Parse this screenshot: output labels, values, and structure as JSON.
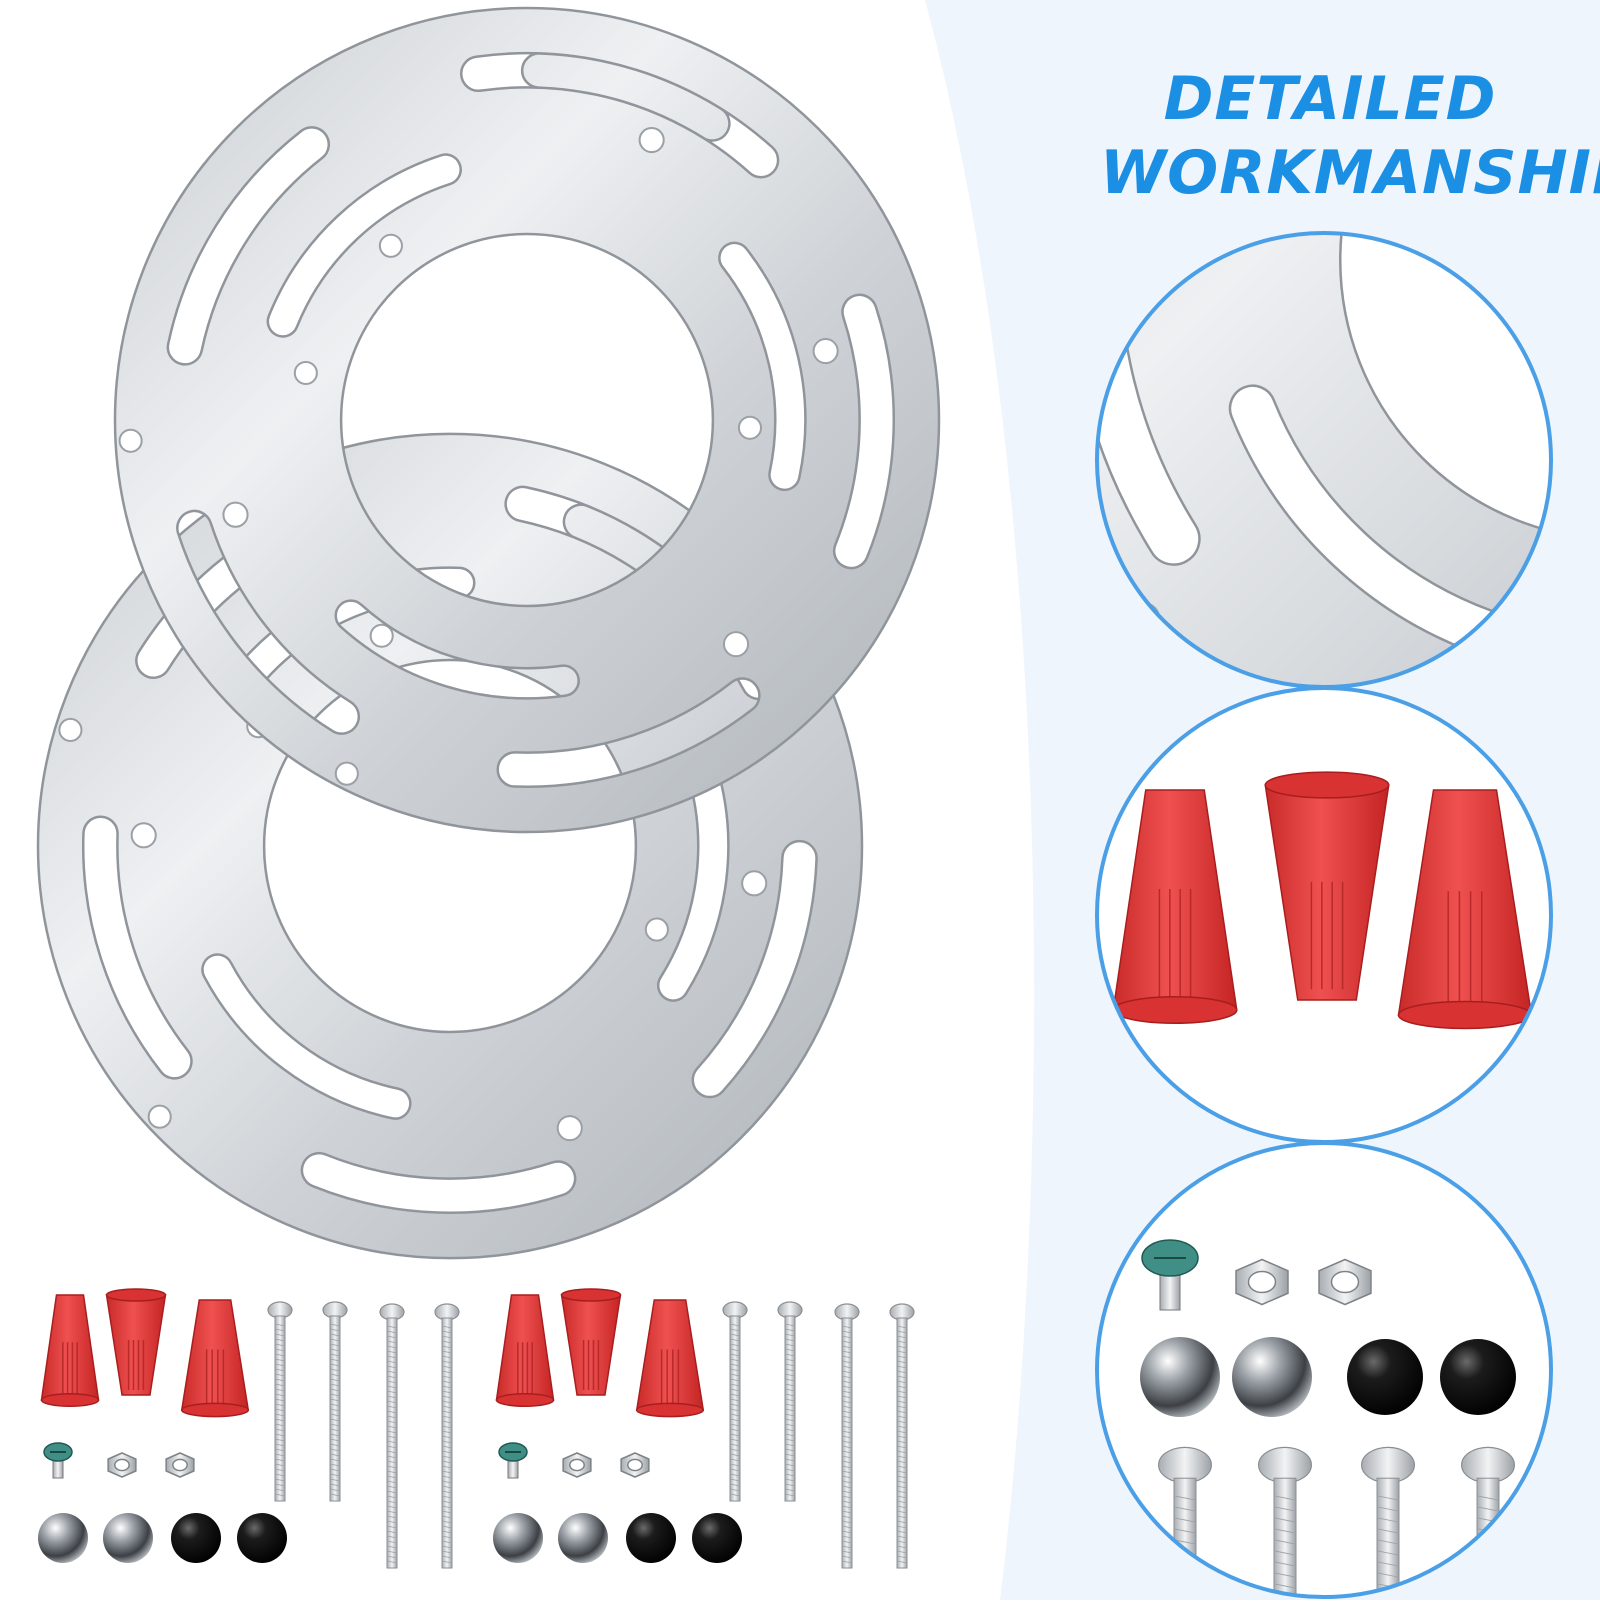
{
  "headline": {
    "line1": "DETAILED",
    "line2": "WORKMANSHIP"
  },
  "colors": {
    "accent": "#1a8fe3",
    "panel_background": "#eef5fc",
    "circle_border": "#4a9fe6",
    "metal_light": "#e4e6e8",
    "metal_dark": "#8f959b",
    "connector_red": "#e23a3a",
    "ball_black": "#1a1a1a"
  },
  "contents": {
    "mounting_plates": 2,
    "wire_connectors": 6,
    "long_screws": 8,
    "ground_screws": 2,
    "hex_nuts": 4,
    "steel_balls": 4,
    "black_balls": 4
  },
  "detail_views": [
    {
      "subject": "plate-edge-closeup"
    },
    {
      "subject": "wire-connectors-closeup"
    },
    {
      "subject": "small-parts-closeup"
    }
  ]
}
